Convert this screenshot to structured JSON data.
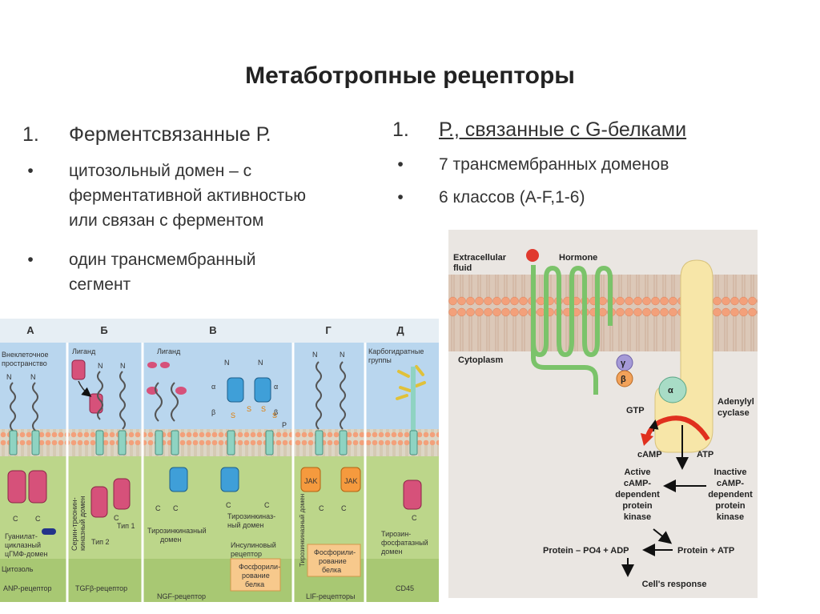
{
  "title": "Метаботропные рецепторы",
  "left": {
    "num": "1.",
    "heading": "Ферментсвязанные Р.",
    "bullet_char": "•",
    "bullets": [
      "цитозольный домен – с ферментативной активностью или связан с ферментом",
      "один трансмембранный сегмент"
    ],
    "bullet1_lines": [
      "цитозольный домен – с",
      "ферментативной активностью",
      "или связан с ферментом"
    ],
    "bullet2_lines": [
      "один трансмембранный",
      "сегмент"
    ]
  },
  "right": {
    "num": "1.",
    "heading": "Р., связанные с G-белками",
    "bullet_char": "•",
    "bullets": [
      "7 трансмембранных доменов",
      "6 классов (A-F,1-6)"
    ]
  },
  "left_figure": {
    "panels": [
      "А",
      "Б",
      "В",
      "Г",
      "Д"
    ],
    "extracellular": [
      "Внеклеточное",
      "пространство"
    ],
    "ligand_b": "Лиганд",
    "ligand_v": "Лиганд",
    "carbo": [
      "Карбогидратные",
      "группы"
    ],
    "cytosol": "Цитозоль",
    "n": "N",
    "c": "C",
    "alpha": "α",
    "beta": "β",
    "s": "S",
    "p": "P",
    "jak": "JAK",
    "guanylate": [
      "Гуанилат-",
      "циклазный",
      "цГМФ-домен"
    ],
    "ser_thr": [
      "Серин-треонин-",
      "киназный домен"
    ],
    "type1": "Тип 1",
    "type2": "Тип 2",
    "tyr_kinase": [
      "Тирозинкиназный",
      "домен"
    ],
    "tyr_kinase2": [
      "Тирозинкиназ-",
      "ный домен"
    ],
    "insulin": [
      "Инсулиновый",
      "рецептор"
    ],
    "phos_v": [
      "Фосфорили-",
      "рование",
      "белка"
    ],
    "tyr_kinase_vert": "Тирозинкиназный домен",
    "phos_g": [
      "Фосфорили-",
      "рование",
      "белка"
    ],
    "tyr_phos": [
      "Тирозин-",
      "фосфатазный",
      "домен"
    ],
    "captions": [
      "ANP-рецептор",
      "TGFβ-рецептор",
      "NGF-рецептор",
      "LIF-рецепторы",
      "CD45"
    ]
  },
  "right_figure": {
    "extracellular": [
      "Extracellular",
      "fluid"
    ],
    "hormone": "Hormone",
    "cytoplasm": "Cytoplasm",
    "gamma": "γ",
    "beta": "β",
    "alpha": "α",
    "gtp": "GTP",
    "adenylyl": [
      "Adenylyl",
      "cyclase"
    ],
    "camp": "cAMP",
    "atp": "ATP",
    "active": [
      "Active",
      "cAMP-",
      "dependent",
      "protein",
      "kinase"
    ],
    "inactive": [
      "Inactive",
      "cAMP-",
      "dependent",
      "protein",
      "kinase"
    ],
    "protein_po4": "Protein – PO4 + ADP",
    "protein_atp": "Protein + ATP",
    "response": "Cell's response"
  },
  "colors": {
    "membrane_head": "#f3a07a",
    "receptor_green": "#7bc36a",
    "cyclase_yellow": "#f7e6a8",
    "arrow_red": "#e0301e",
    "left_sky": "#b9d6ee",
    "left_cyto": "#bcd68a"
  }
}
